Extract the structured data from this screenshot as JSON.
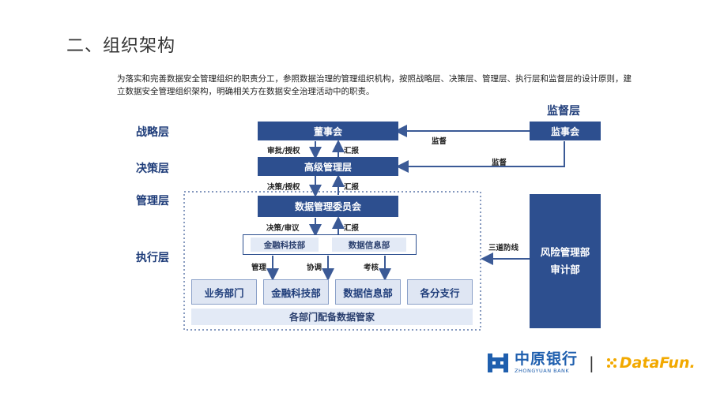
{
  "slide": {
    "title": "二、组织架构",
    "intro": "为落实和完善数据安全管理组织的职责分工，参照数据治理的管理组织机构，按照战略层、决策层、管理层、执行层和监督层的设计原则，建立数据安全管理组织架构，明确相关方在数据安全治理活动中的职责。"
  },
  "layers": {
    "strategy": "战略层",
    "decision": "决策层",
    "management": "管理层",
    "execution": "执行层",
    "supervision": "监督层"
  },
  "nodes": {
    "board": "董事会",
    "senior": "高级管理层",
    "committee": "数据管理委员会",
    "inner_fintech": "金融科技部",
    "inner_datainfo": "数据信息部",
    "supervisors": "监事会",
    "risk_line1": "风险管理部",
    "risk_line2": "审计部",
    "depts": [
      "业务部门",
      "金融科技部",
      "数据信息部",
      "各分支行"
    ],
    "stewards": "各部门配备数据管家"
  },
  "edges": {
    "approve": "审批/授权",
    "report1": "汇报",
    "decide_auth": "决策/授权",
    "report2": "汇报",
    "decide_review": "决策/审议",
    "report3": "汇报",
    "manage": "管理",
    "coordinate": "协调",
    "assess": "考核",
    "supervise1": "监督",
    "supervise2": "监督",
    "three_lines": "三道防线"
  },
  "colors": {
    "primary": "#2d4f8f",
    "light": "#dfe6f3",
    "arrow": "#3b5a96"
  },
  "branding": {
    "bank_cn": "中原银行",
    "bank_en": "ZHONGYUAN BANK",
    "separator": "|",
    "partner": "DataFun."
  }
}
